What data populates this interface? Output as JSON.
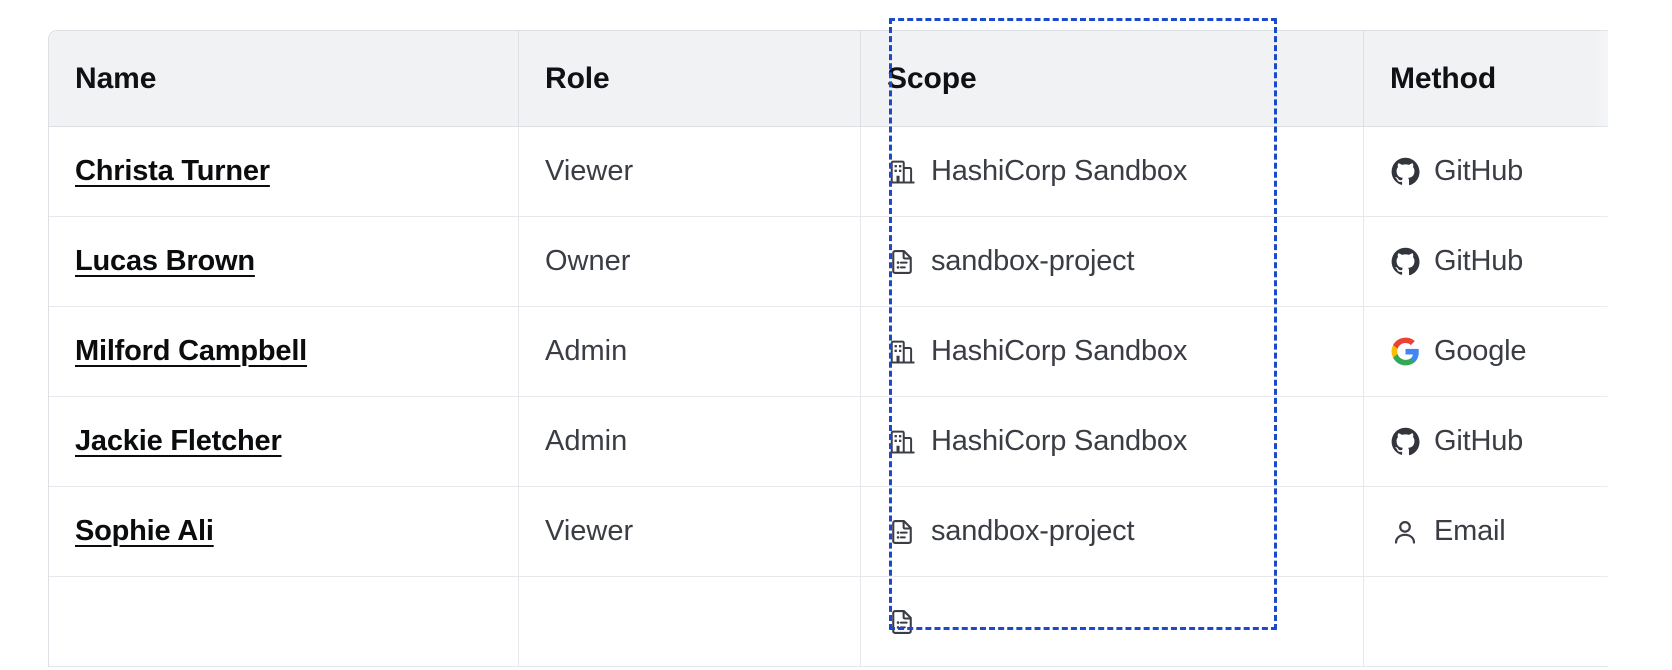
{
  "table": {
    "columns": [
      {
        "key": "name",
        "label": "Name"
      },
      {
        "key": "role",
        "label": "Role"
      },
      {
        "key": "scope",
        "label": "Scope"
      },
      {
        "key": "method",
        "label": "Method"
      }
    ],
    "rows": [
      {
        "name": "Christa Turner",
        "role": "Viewer",
        "scope": "HashiCorp Sandbox",
        "scope_icon": "organization-icon",
        "method": "GitHub",
        "method_icon": "github-icon"
      },
      {
        "name": "Lucas Brown",
        "role": "Owner",
        "scope": "sandbox-project",
        "scope_icon": "project-document-icon",
        "method": "GitHub",
        "method_icon": "github-icon"
      },
      {
        "name": "Milford Campbell",
        "role": "Admin",
        "scope": "HashiCorp Sandbox",
        "scope_icon": "organization-icon",
        "method": "Google",
        "method_icon": "google-icon"
      },
      {
        "name": "Jackie Fletcher",
        "role": "Admin",
        "scope": "HashiCorp Sandbox",
        "scope_icon": "organization-icon",
        "method": "GitHub",
        "method_icon": "github-icon"
      },
      {
        "name": "Sophie Ali",
        "role": "Viewer",
        "scope": "sandbox-project",
        "scope_icon": "project-document-icon",
        "method": "Email",
        "method_icon": "user-icon"
      },
      {
        "name": "",
        "role": "",
        "scope": "",
        "scope_icon": "project-document-icon",
        "method": "",
        "method_icon": ""
      }
    ]
  },
  "highlight": {
    "target_column": "Scope",
    "style": "dashed",
    "color": "#1a49cc"
  },
  "colors": {
    "header_bg": "#f1f2f4",
    "header_text": "#0f1115",
    "body_text": "#3b3d45",
    "link_text": "#0b0c0e",
    "border": "#e6e8eb",
    "highlight": "#1a49cc"
  }
}
